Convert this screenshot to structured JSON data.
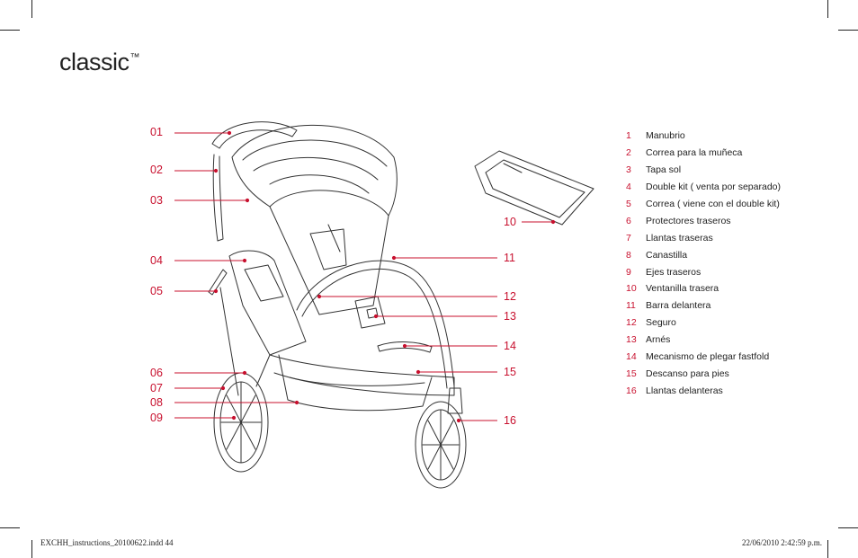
{
  "title": {
    "text": "classic",
    "mark": "™"
  },
  "accent_color": "#c8102e",
  "callouts": [
    "01",
    "02",
    "03",
    "04",
    "05",
    "06",
    "07",
    "08",
    "09",
    "10",
    "11",
    "12",
    "13",
    "14",
    "15",
    "16"
  ],
  "legend": [
    {
      "num": "1",
      "label": "Manubrio"
    },
    {
      "num": "2",
      "label": "Correa para la muñeca"
    },
    {
      "num": "3",
      "label": "Tapa sol"
    },
    {
      "num": "4",
      "label": "Double kit ( venta por separado)"
    },
    {
      "num": "5",
      "label": "Correa ( viene con el double kit)"
    },
    {
      "num": "6",
      "label": "Protectores traseros"
    },
    {
      "num": "7",
      "label": "Llantas traseras"
    },
    {
      "num": "8",
      "label": "Canastilla"
    },
    {
      "num": "9",
      "label": "Ejes traseros"
    },
    {
      "num": "10",
      "label": "Ventanilla trasera"
    },
    {
      "num": "11",
      "label": "Barra delantera"
    },
    {
      "num": "12",
      "label": "Seguro"
    },
    {
      "num": "13",
      "label": "Arnés"
    },
    {
      "num": "14",
      "label": "Mecanismo de plegar fastfold"
    },
    {
      "num": "15",
      "label": "Descanso para pies"
    },
    {
      "num": "16",
      "label": "Llantas delanteras"
    }
  ],
  "footer": {
    "left": "EXCHH_instructions_20100622.indd   44",
    "right": "22/06/2010   2:42:59 p.m."
  }
}
